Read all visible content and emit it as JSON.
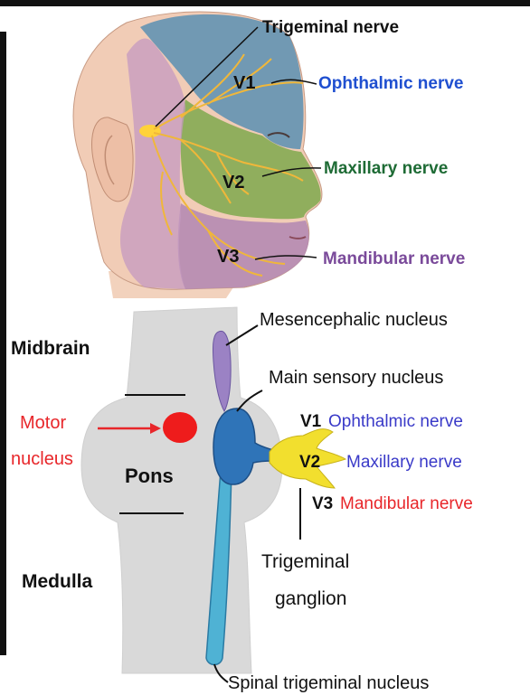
{
  "colors": {
    "v1": "#1f4fd0",
    "v2": "#1e6b35",
    "v3": "#7a4a9a",
    "motor": "#e8262a",
    "black": "#111111"
  },
  "head": {
    "trigeminal_nerve": "Trigeminal nerve",
    "v1_code": "V1",
    "v2_code": "V2",
    "v3_code": "V3",
    "ophthalmic": "Ophthalmic nerve",
    "maxillary": "Maxillary nerve",
    "mandibular": "Mandibular nerve"
  },
  "brainstem": {
    "midbrain": "Midbrain",
    "pons": "Pons",
    "medulla": "Medulla",
    "motor_line1": "Motor",
    "motor_line2": "nucleus",
    "mesencephalic": "Mesencephalic nucleus",
    "main_sensory": "Main sensory nucleus",
    "v1_code": "V1",
    "v2_code": "V2",
    "v3_code": "V3",
    "ophthalmic": "Ophthalmic nerve",
    "maxillary": "Maxillary nerve",
    "mandibular": "Mandibular nerve",
    "ganglion_line1": "Trigeminal",
    "ganglion_line2": "ganglion",
    "spinal": "Spinal trigeminal nucleus"
  }
}
